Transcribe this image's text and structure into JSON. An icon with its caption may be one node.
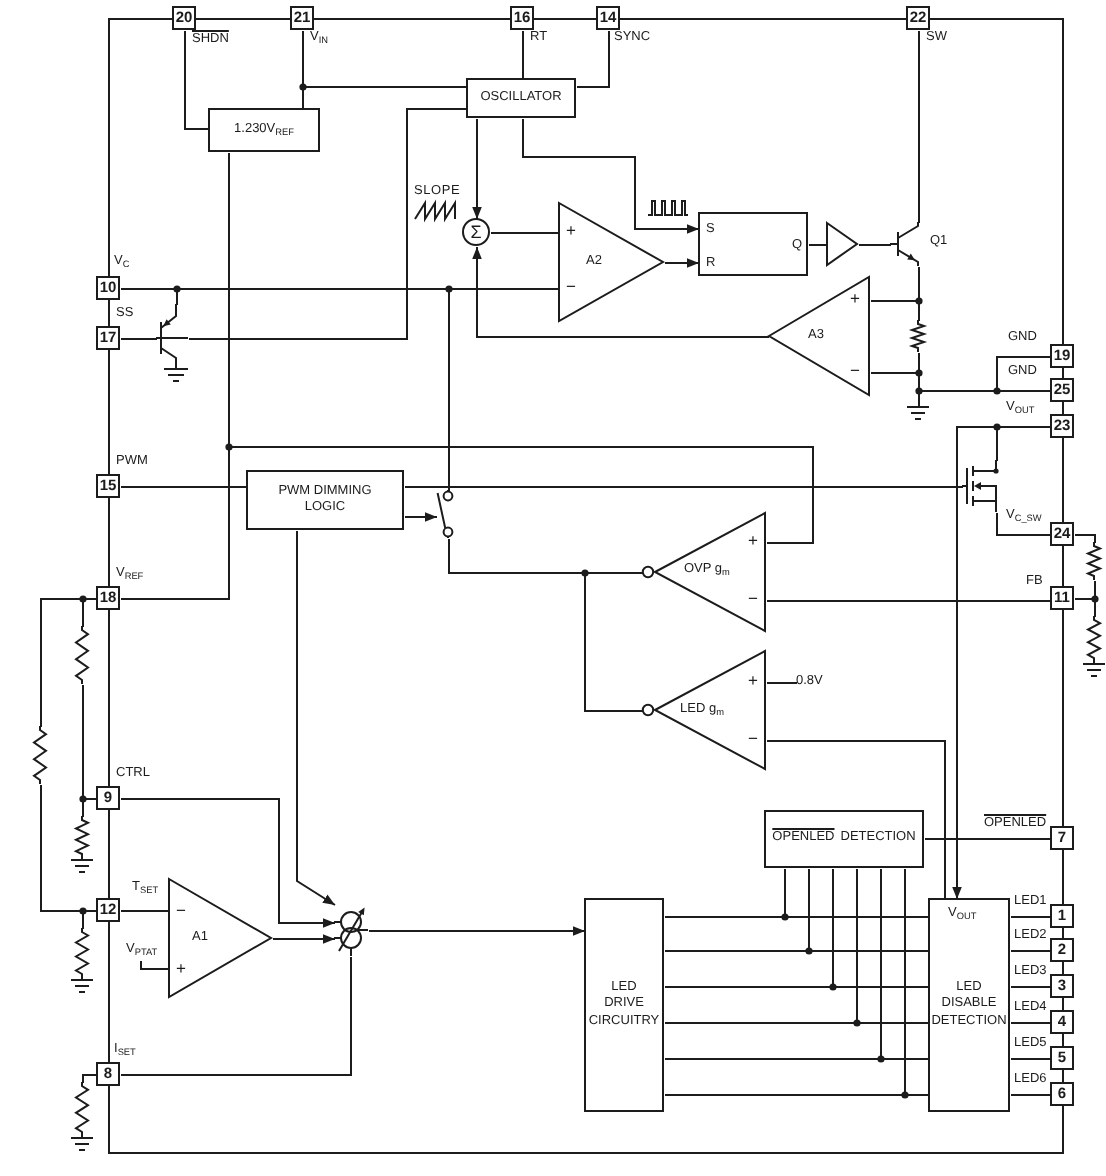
{
  "diagram": {
    "nodes": [
      {
        "text": [
          "20"
        ],
        "beside": [
          "SHDN"
        ]
      },
      {
        "text": [
          "21"
        ],
        "beside": [
          "V$_{IN}$"
        ]
      },
      {
        "text": [
          "16"
        ],
        "beside": [
          "RT"
        ]
      },
      {
        "text": [
          "14"
        ],
        "beside": [
          "SYNC"
        ]
      },
      {
        "text": [
          "22"
        ],
        "beside": [
          "SW"
        ]
      },
      {
        "text": [
          "OSCILLATOR"
        ]
      },
      {
        "text": [
          "1.230V$_{REF}$"
        ]
      },
      {
        "text": [
          "Σ"
        ]
      },
      {
        "text": [
          "A2",
          "+",
          "−"
        ]
      },
      {
        "text": [
          "S",
          "R",
          "Q"
        ]
      },
      {
        "text": [],
        "shape": "triangle"
      },
      {
        "text": [],
        "shape": "transistor",
        "beside": [
          "Q1"
        ]
      },
      {
        "text": [
          "10"
        ],
        "beside": [
          "V$_{C}$"
        ]
      },
      {
        "text": [],
        "shape": "transistor"
      },
      {
        "text": [
          "17"
        ],
        "beside": [
          "SS"
        ]
      },
      {
        "text": [
          "A3",
          "+",
          "−"
        ]
      },
      {
        "text": [],
        "shape": "resistor"
      },
      {
        "text": [
          "19"
        ],
        "beside": [
          "GND"
        ]
      },
      {
        "text": [
          "25"
        ],
        "beside": [
          "GND"
        ]
      },
      {
        "text": [
          "23"
        ],
        "beside": [
          "V$_{OUT}$"
        ]
      },
      {
        "text": [],
        "shape": "transistor"
      },
      {
        "text": [
          "15"
        ],
        "beside": [
          "PWM"
        ]
      },
      {
        "text": [
          "PWM DIMMING LOGIC"
        ]
      },
      {
        "text": [],
        "shape": "switch"
      },
      {
        "text": [
          "24"
        ],
        "beside": [
          "V$_{C_SW}$"
        ]
      },
      {
        "text": [
          "18"
        ],
        "beside": [
          "V$_{REF}$"
        ]
      },
      {
        "text": [
          "OVP g$_{m}$",
          "+",
          "−"
        ]
      },
      {
        "text": [
          "11"
        ],
        "beside": [
          "FB"
        ]
      },
      {
        "text": [],
        "shape": "resistor"
      },
      {
        "text": [],
        "shape": "resistor"
      },
      {
        "text": [],
        "shape": "resistor"
      },
      {
        "text": [],
        "shape": "resistor"
      },
      {
        "text": [
          "LED g$_{m}$",
          "+",
          "−"
        ]
      },
      {
        "text": [
          "0.8V"
        ]
      },
      {
        "text": [
          "9"
        ],
        "beside": [
          "CTRL"
        ]
      },
      {
        "text": [],
        "shape": "resistor"
      },
      {
        "text": [
          "OPENLED",
          "DETECTION"
        ]
      },
      {
        "text": [
          "7"
        ],
        "beside": [
          "OPENLED"
        ]
      },
      {
        "text": [
          "A1",
          "−",
          "+"
        ]
      },
      {
        "text": [
          "V$_{PTAT}$"
        ]
      },
      {
        "text": [
          "12"
        ],
        "beside": [
          "T$_{SET}$"
        ]
      },
      {
        "text": [],
        "shape": "circle"
      },
      {
        "text": [],
        "shape": "resistor"
      },
      {
        "text": [
          "LED DRIVE CIRCUITRY"
        ]
      },
      {
        "text": [
          "V$_{OUT}$",
          "LED DISABLE DETECTION"
        ]
      },
      {
        "text": [
          "1"
        ],
        "beside": [
          "LED1"
        ]
      },
      {
        "text": [
          "2"
        ],
        "beside": [
          "LED2"
        ]
      },
      {
        "text": [
          "3"
        ],
        "beside": [
          "LED3"
        ]
      },
      {
        "text": [
          "4"
        ],
        "beside": [
          "LED4"
        ]
      },
      {
        "text": [
          "5"
        ],
        "beside": [
          "LED5"
        ]
      },
      {
        "text": [
          "6"
        ],
        "beside": [
          "LED6"
        ]
      },
      {
        "text": [
          "8"
        ],
        "beside": [
          "I$_{SET}$"
        ]
      },
      {
        "text": [],
        "shape": "resistor"
      }
    ],
    "edges": [
      {
        "from": 0,
        "to": 6,
        "arrow": "none"
      },
      {
        "from": 1,
        "to": 6,
        "arrow": "none"
      },
      {
        "from": 1,
        "to": 5,
        "arrow": "none"
      },
      {
        "from": 2,
        "to": 5,
        "arrow": "none"
      },
      {
        "from": 3,
        "to": 5,
        "arrow": "none"
      },
      {
        "from": 4,
        "to": 11,
        "arrow": "none"
      },
      {
        "from": 5,
        "to": 7,
        "arrow": "to"
      },
      {
        "from": 5,
        "to": 13,
        "arrow": "none"
      },
      {
        "from": 14,
        "to": 13,
        "arrow": "none"
      },
      {
        "from": 12,
        "to": 8,
        "arrow": "none"
      },
      {
        "from": 12,
        "to": 13,
        "arrow": "none"
      },
      {
        "from": 12,
        "to": 23,
        "arrow": "none"
      },
      {
        "from": 7,
        "to": 8,
        "arrow": "none"
      },
      {
        "from": 5,
        "to": 9,
        "arrow": "to"
      },
      {
        "from": 8,
        "to": 9,
        "arrow": "to"
      },
      {
        "from": 9,
        "to": 10,
        "arrow": "none"
      },
      {
        "from": 10,
        "to": 11,
        "arrow": "none"
      },
      {
        "from": 11,
        "to": 16,
        "arrow": "none"
      },
      {
        "from": 11,
        "to": 15,
        "arrow": "none"
      },
      {
        "from": 16,
        "to": 15,
        "arrow": "none"
      },
      {
        "from": 16,
        "to": 18,
        "arrow": "none"
      },
      {
        "from": 17,
        "to": 18,
        "arrow": "none"
      },
      {
        "from": 15,
        "to": 7,
        "arrow": "to"
      },
      {
        "from": 19,
        "to": 44,
        "arrow": "to"
      },
      {
        "from": 19,
        "to": 20,
        "arrow": "none"
      },
      {
        "from": 20,
        "to": 24,
        "arrow": "none"
      },
      {
        "from": 22,
        "to": 20,
        "arrow": "none"
      },
      {
        "from": 21,
        "to": 22,
        "arrow": "none"
      },
      {
        "from": 22,
        "to": 23,
        "arrow": "to"
      },
      {
        "from": 23,
        "to": 26,
        "arrow": "none"
      },
      {
        "from": 23,
        "to": 32,
        "arrow": "none"
      },
      {
        "from": 6,
        "to": 25,
        "arrow": "none"
      },
      {
        "from": 6,
        "to": 26,
        "arrow": "none"
      },
      {
        "from": 27,
        "to": 26,
        "arrow": "none"
      },
      {
        "from": 24,
        "to": 28,
        "arrow": "none"
      },
      {
        "from": 28,
        "to": 27,
        "arrow": "none"
      },
      {
        "from": 27,
        "to": 29,
        "arrow": "none"
      },
      {
        "from": 32,
        "to": 33,
        "arrow": "none"
      },
      {
        "from": 32,
        "to": 44,
        "arrow": "none"
      },
      {
        "from": 25,
        "to": 30,
        "arrow": "none"
      },
      {
        "from": 30,
        "to": 34,
        "arrow": "none"
      },
      {
        "from": 25,
        "to": 31,
        "arrow": "none"
      },
      {
        "from": 31,
        "to": 40,
        "arrow": "none"
      },
      {
        "from": 34,
        "to": 35,
        "arrow": "none"
      },
      {
        "from": 40,
        "to": 42,
        "arrow": "none"
      },
      {
        "from": 51,
        "to": 52,
        "arrow": "none"
      },
      {
        "from": 34,
        "to": 41,
        "arrow": "to"
      },
      {
        "from": 40,
        "to": 38,
        "arrow": "none"
      },
      {
        "from": 39,
        "to": 38,
        "arrow": "none"
      },
      {
        "from": 38,
        "to": 41,
        "arrow": "to"
      },
      {
        "from": 22,
        "to": 41,
        "arrow": "to"
      },
      {
        "from": 51,
        "to": 41,
        "arrow": "none"
      },
      {
        "from": 41,
        "to": 43,
        "arrow": "to"
      },
      {
        "from": 43,
        "to": 44,
        "arrow": "none"
      },
      {
        "from": 43,
        "to": 44,
        "arrow": "none"
      },
      {
        "from": 43,
        "to": 44,
        "arrow": "none"
      },
      {
        "from": 43,
        "to": 44,
        "arrow": "none"
      },
      {
        "from": 43,
        "to": 44,
        "arrow": "none"
      },
      {
        "from": 43,
        "to": 44,
        "arrow": "none"
      },
      {
        "from": 36,
        "to": 43,
        "arrow": "none"
      },
      {
        "from": 36,
        "to": 43,
        "arrow": "none"
      },
      {
        "from": 36,
        "to": 43,
        "arrow": "none"
      },
      {
        "from": 36,
        "to": 43,
        "arrow": "none"
      },
      {
        "from": 36,
        "to": 43,
        "arrow": "none"
      },
      {
        "from": 36,
        "to": 43,
        "arrow": "none"
      },
      {
        "from": 36,
        "to": 37,
        "arrow": "none"
      },
      {
        "from": 44,
        "to": 45,
        "arrow": "none"
      },
      {
        "from": 44,
        "to": 46,
        "arrow": "none"
      },
      {
        "from": 44,
        "to": 47,
        "arrow": "none"
      },
      {
        "from": 44,
        "to": 48,
        "arrow": "none"
      },
      {
        "from": 44,
        "to": 49,
        "arrow": "none"
      },
      {
        "from": 44,
        "to": 50,
        "arrow": "none"
      }
    ],
    "labels": [
      "SLOPE"
    ]
  }
}
